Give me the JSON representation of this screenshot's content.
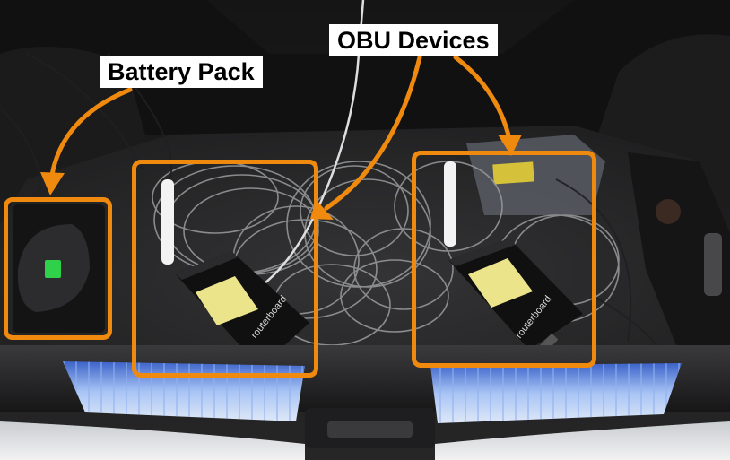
{
  "annotations": {
    "battery_pack": "Battery Pack",
    "obu_devices": "OBU Devices"
  },
  "device_brand": "routerboard",
  "colors": {
    "highlight": "#f08a0f",
    "trunk_carpet": "#2a2a2c",
    "led_strip": "#6f9be8",
    "label_background": "#ffffff"
  }
}
